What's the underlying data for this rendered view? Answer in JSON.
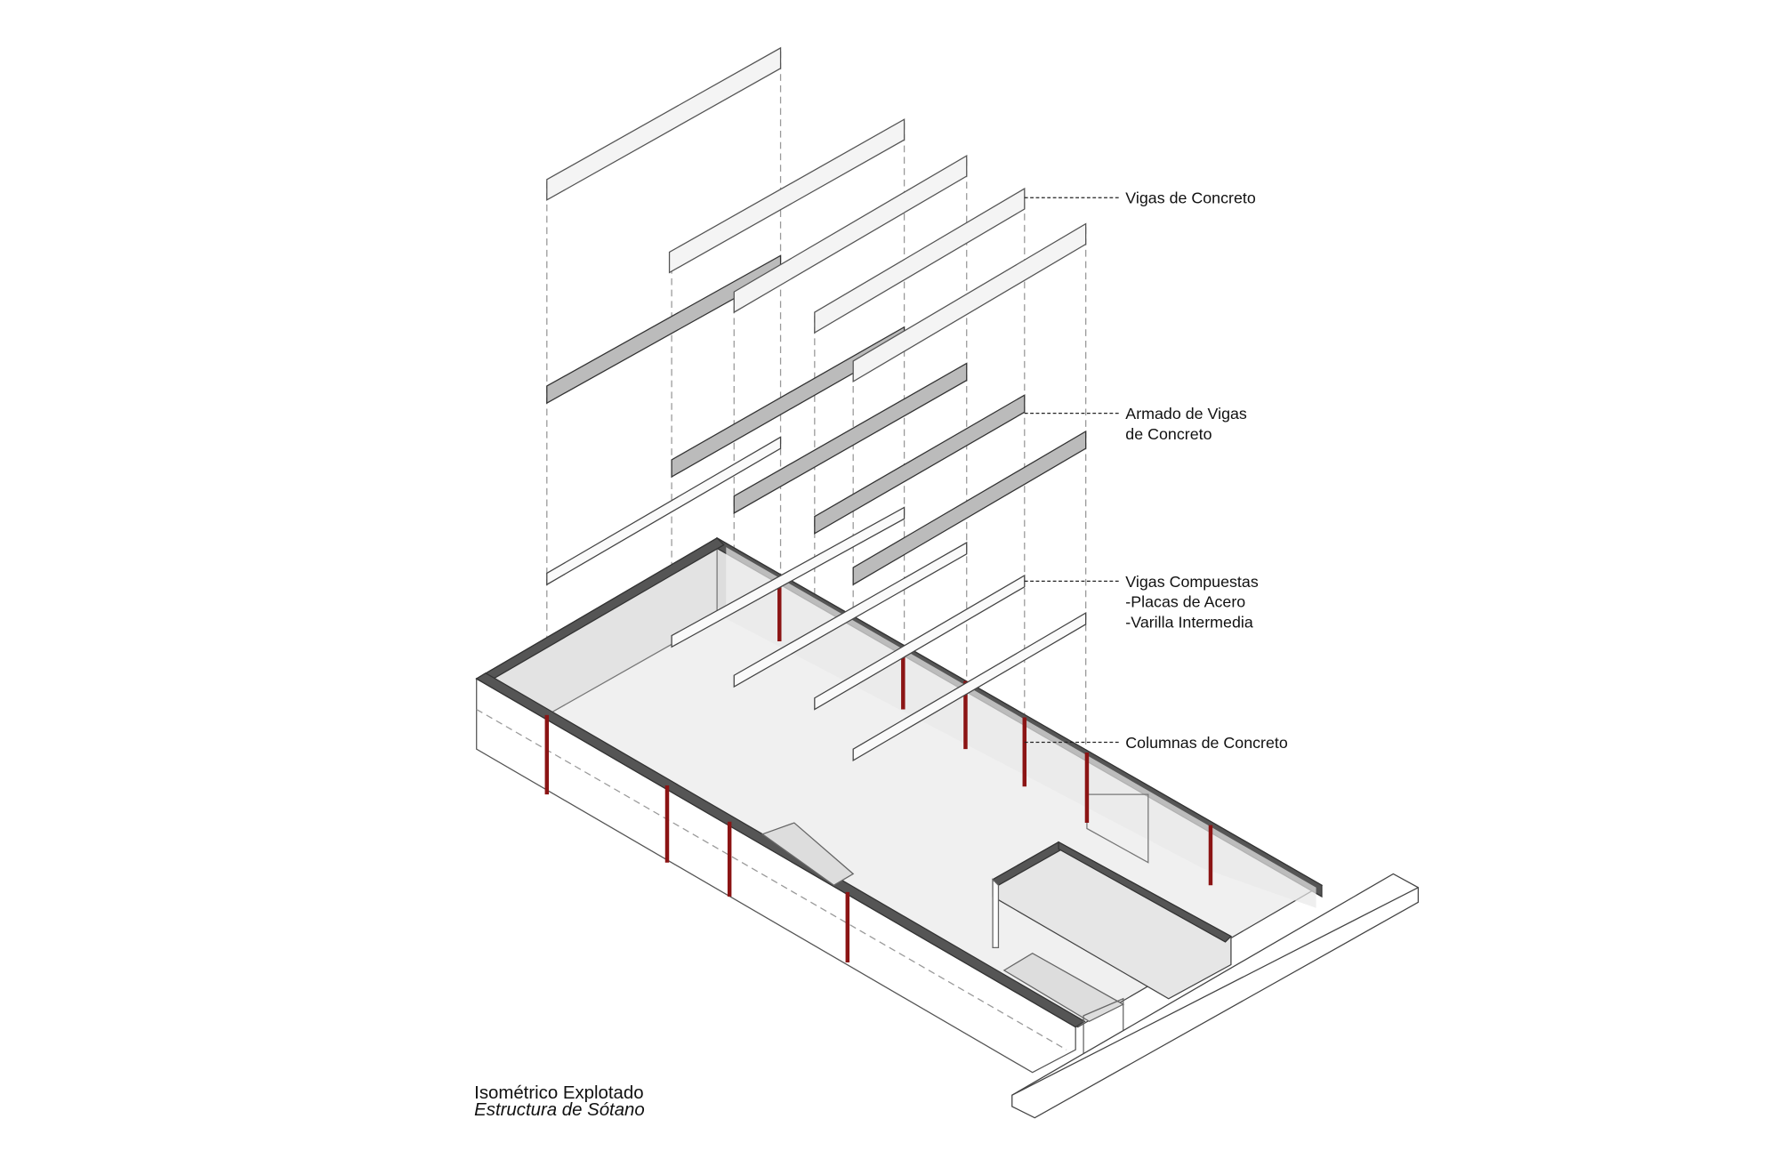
{
  "labels": {
    "concrete_beams": "Vigas de Concreto",
    "rebar_line1": "Armado de Vigas",
    "rebar_line2": "de Concreto",
    "composite_line1": "Vigas Compuestas",
    "composite_line2": "-Placas de Acero",
    "composite_line3": "-Varilla Intermedia",
    "columns": "Columnas de Concreto"
  },
  "caption": {
    "title": "Isométrico Explotado",
    "subtitle": "Estructura de Sótano"
  },
  "colors": {
    "column": "#8b1414",
    "wall_top": "#555555",
    "floor": "#f0f0f0"
  }
}
